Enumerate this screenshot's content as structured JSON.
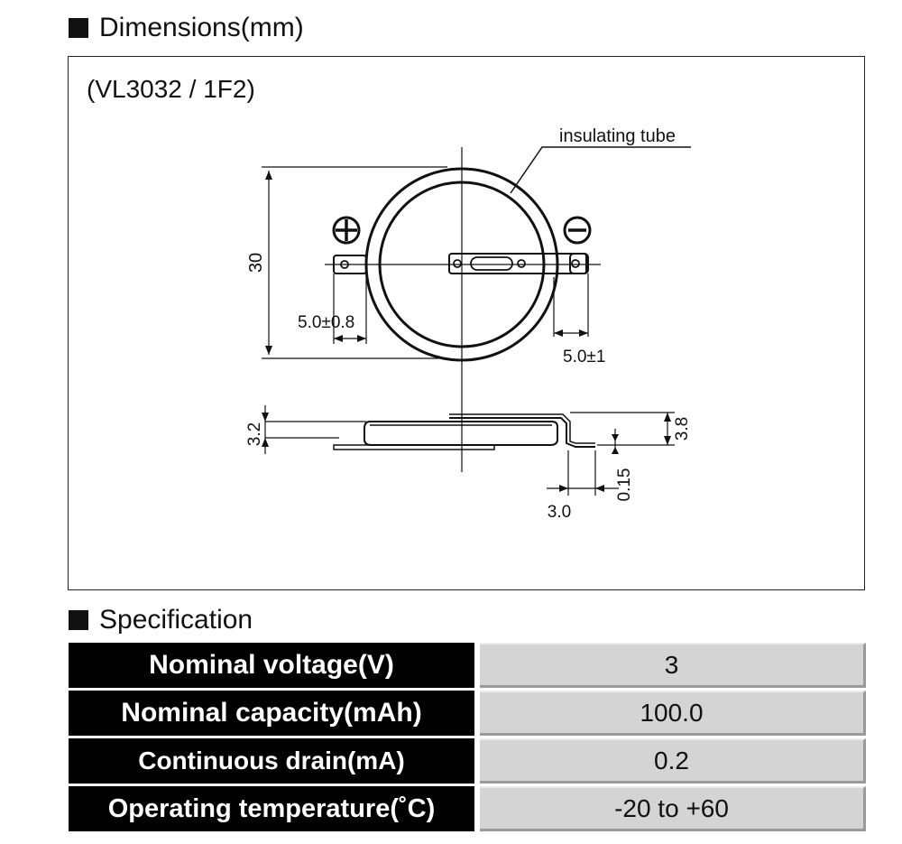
{
  "dimensions_section": {
    "title": "Dimensions(mm)",
    "model": "(VL3032 / 1F2)",
    "labels": {
      "insulating_tube": "insulating tube",
      "diameter": "30",
      "left_lead": "5.0±0.8",
      "right_lead": "5.0±1",
      "height": "3.2",
      "lead_height": "3.8",
      "lead_thickness": "0.15",
      "lead_width": "3.0"
    },
    "symbols": {
      "positive": "+",
      "negative": "−"
    }
  },
  "specification_section": {
    "title": "Specification",
    "rows": [
      {
        "label": "Nominal voltage(V)",
        "value": "3"
      },
      {
        "label": "Nominal capacity(mAh)",
        "value": "100.0"
      },
      {
        "label": "Continuous drain(mA)",
        "value": "0.2"
      },
      {
        "label": "Operating temperature(˚C)",
        "value": "-20 to +60"
      }
    ]
  }
}
